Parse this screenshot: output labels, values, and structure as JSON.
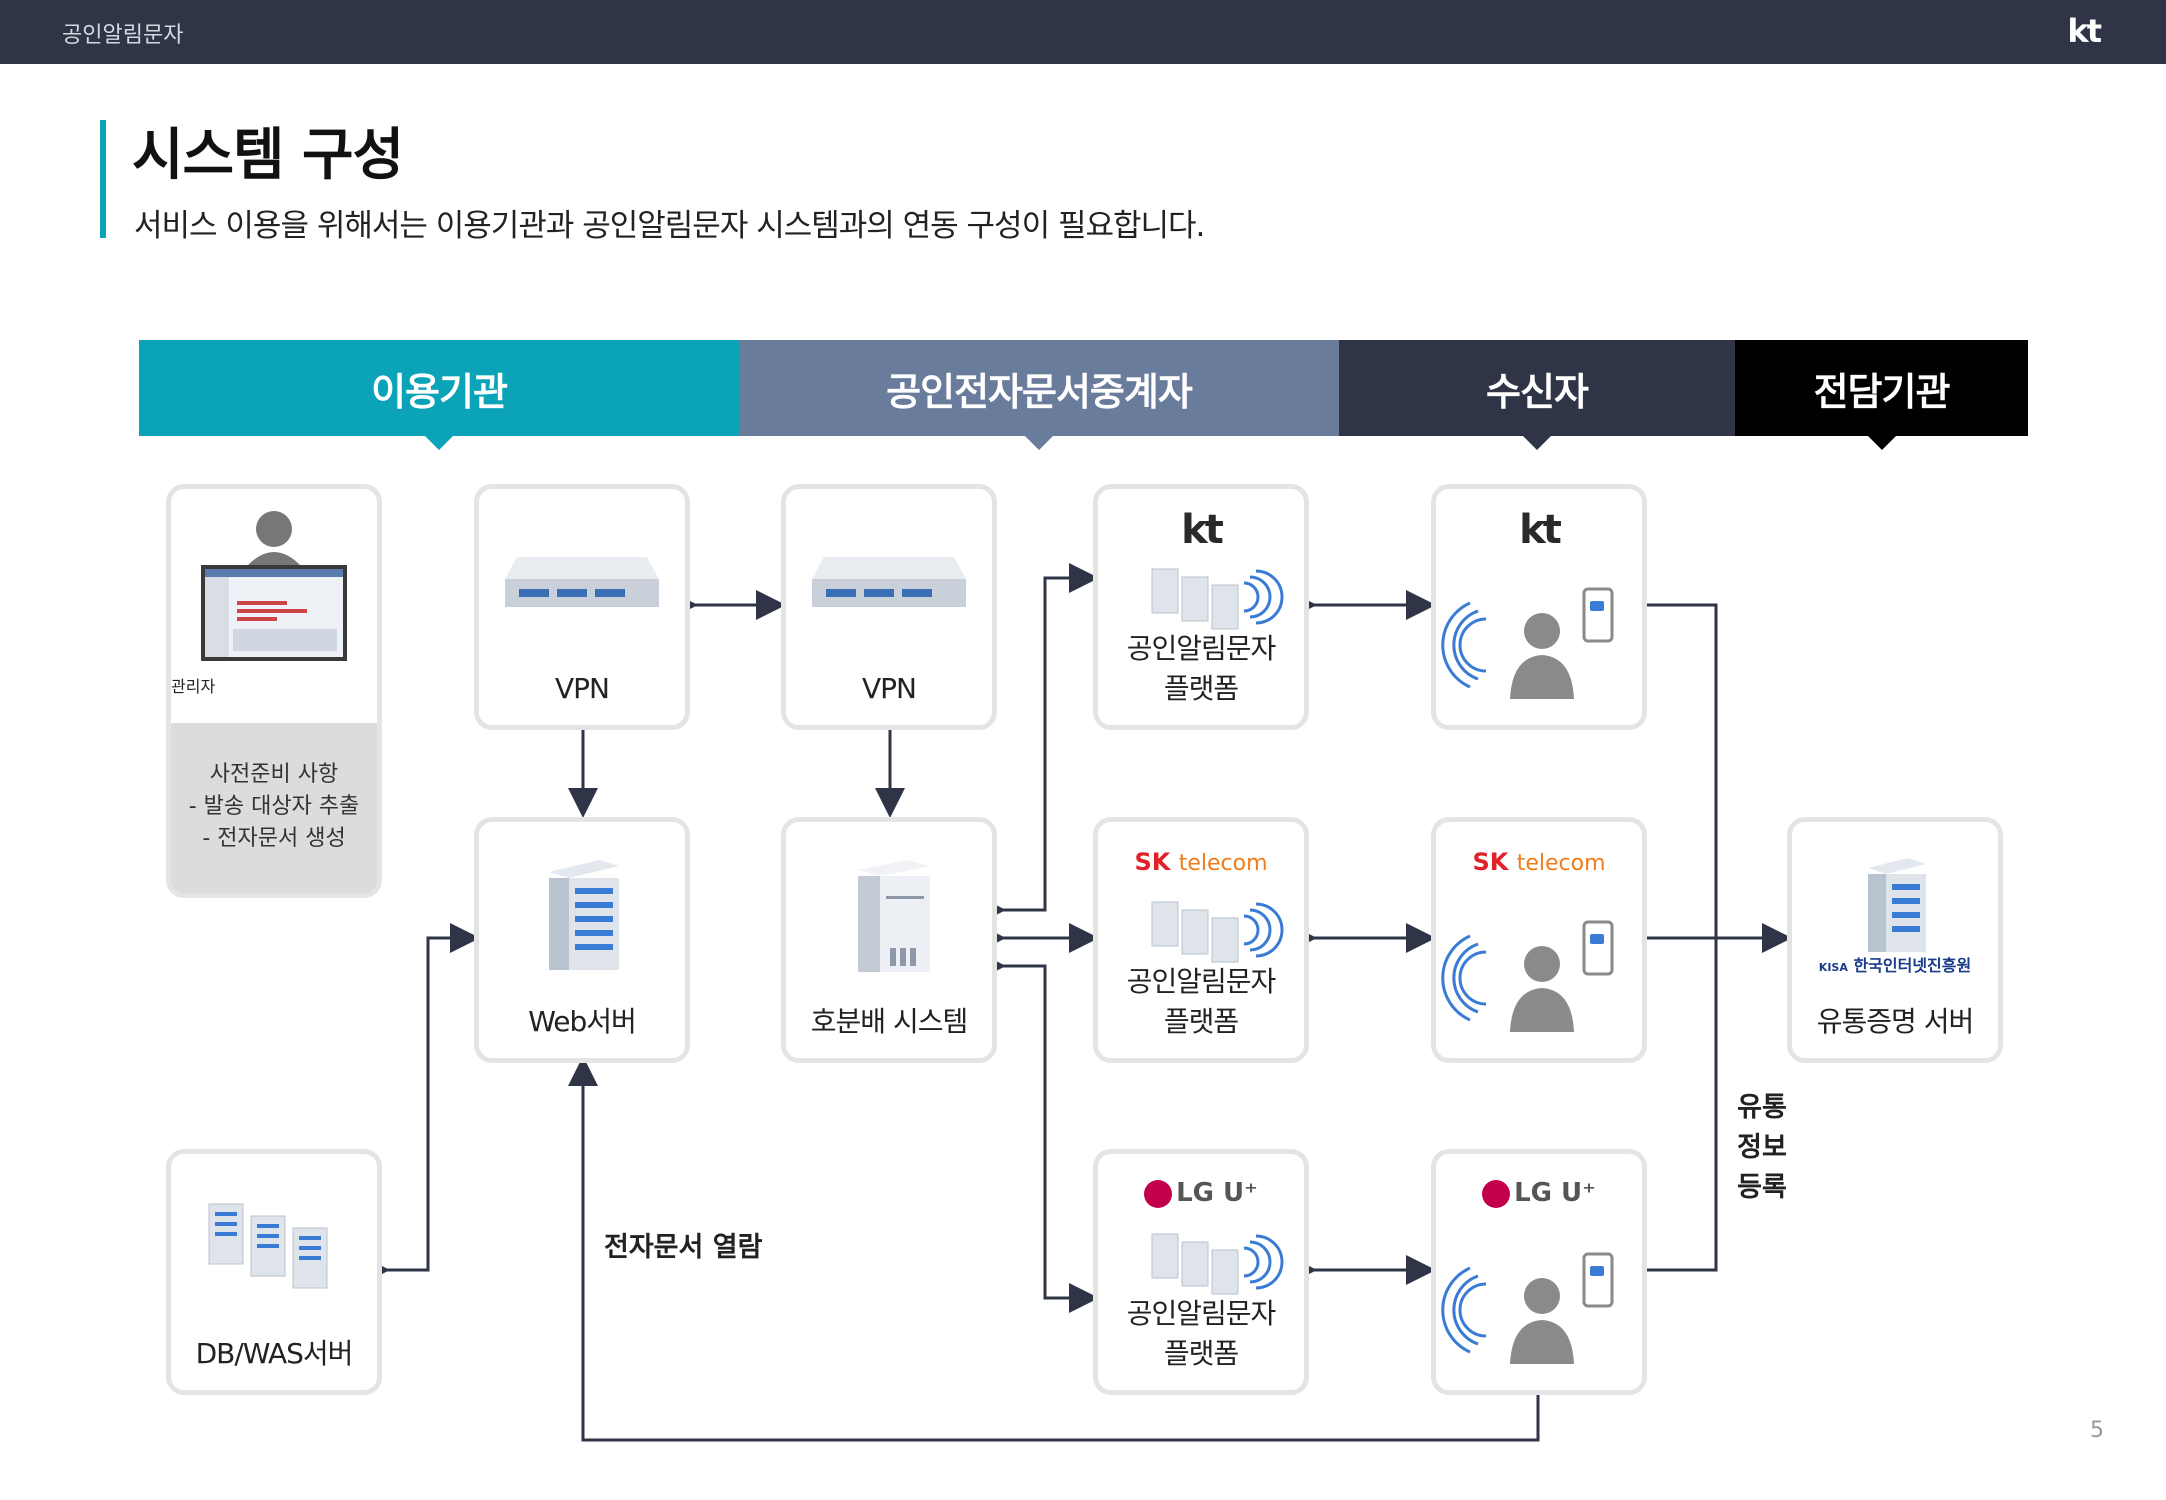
{
  "header": {
    "title": "공인알림문자",
    "logo": "kt"
  },
  "page": {
    "heading": "시스템 구성",
    "subtitle": "서비스 이용을 위해서는 이용기관과 공인알림문자 시스템과의 연동 구성이 필요합니다.",
    "page_number": "5"
  },
  "bands": [
    "이용기관",
    "공인전자문서중계자",
    "수신자",
    "전담기관"
  ],
  "nodes": {
    "admin": {
      "label": "관리자",
      "prep": [
        "사전준비 사항",
        "- 발송 대상자 추출",
        "- 전자문서 생성"
      ]
    },
    "vpn_left": {
      "label": "VPN"
    },
    "vpn_right": {
      "label": "VPN"
    },
    "web": {
      "label": "Web서버"
    },
    "relay": {
      "label": "호분배 시스템"
    },
    "db": {
      "label": "DB/WAS서버"
    },
    "kisa": {
      "label": "유통증명 서버",
      "org": "한국인터넷진흥원",
      "org_abbr": "KISA"
    },
    "platforms": [
      {
        "brand": "kt",
        "label1": "공인알림문자",
        "label2": "플랫폼"
      },
      {
        "brand": "SK",
        "brand_sub": "telecom",
        "label1": "공인알림문자",
        "label2": "플랫폼"
      },
      {
        "brand": "LG U⁺",
        "label1": "공인알림문자",
        "label2": "플랫폼"
      }
    ],
    "receivers": [
      {
        "brand": "kt"
      },
      {
        "brand": "SK",
        "brand_sub": "telecom"
      },
      {
        "brand": "LG U⁺"
      }
    ]
  },
  "annotations": {
    "open_doc": "전자문서 열람",
    "reg_lines": [
      "유통",
      "정보",
      "등록"
    ]
  },
  "colors": {
    "teal": "#0aa3b8",
    "slate": "#6a7c9c",
    "navy": "#2f3547",
    "black": "#000000",
    "arrow": "#2f3547"
  }
}
